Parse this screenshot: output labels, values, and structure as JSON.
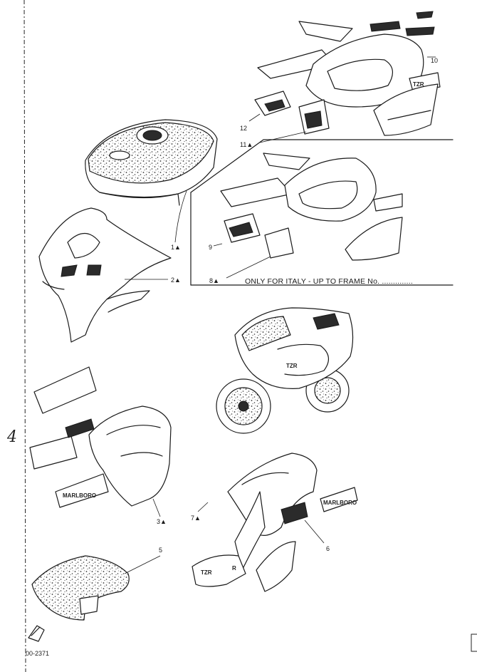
{
  "diagram": {
    "note": "ONLY FOR ITALY  -  UP TO FRAME No. ..............",
    "margin_mark": "4",
    "drawing_code": "00-2371",
    "decals": {
      "brand": "TZR",
      "model": "R",
      "team": "MARLBORO"
    },
    "callouts": [
      {
        "id": "c1",
        "label": "1▲"
      },
      {
        "id": "c2",
        "label": "2▲"
      },
      {
        "id": "c3",
        "label": "3▲"
      },
      {
        "id": "c5",
        "label": "5"
      },
      {
        "id": "c6",
        "label": "6"
      },
      {
        "id": "c7",
        "label": "7▲"
      },
      {
        "id": "c8",
        "label": "8▲"
      },
      {
        "id": "c9",
        "label": "9"
      },
      {
        "id": "c10",
        "label": "10"
      },
      {
        "id": "c11",
        "label": "11▲"
      },
      {
        "id": "c12",
        "label": "12"
      }
    ]
  }
}
